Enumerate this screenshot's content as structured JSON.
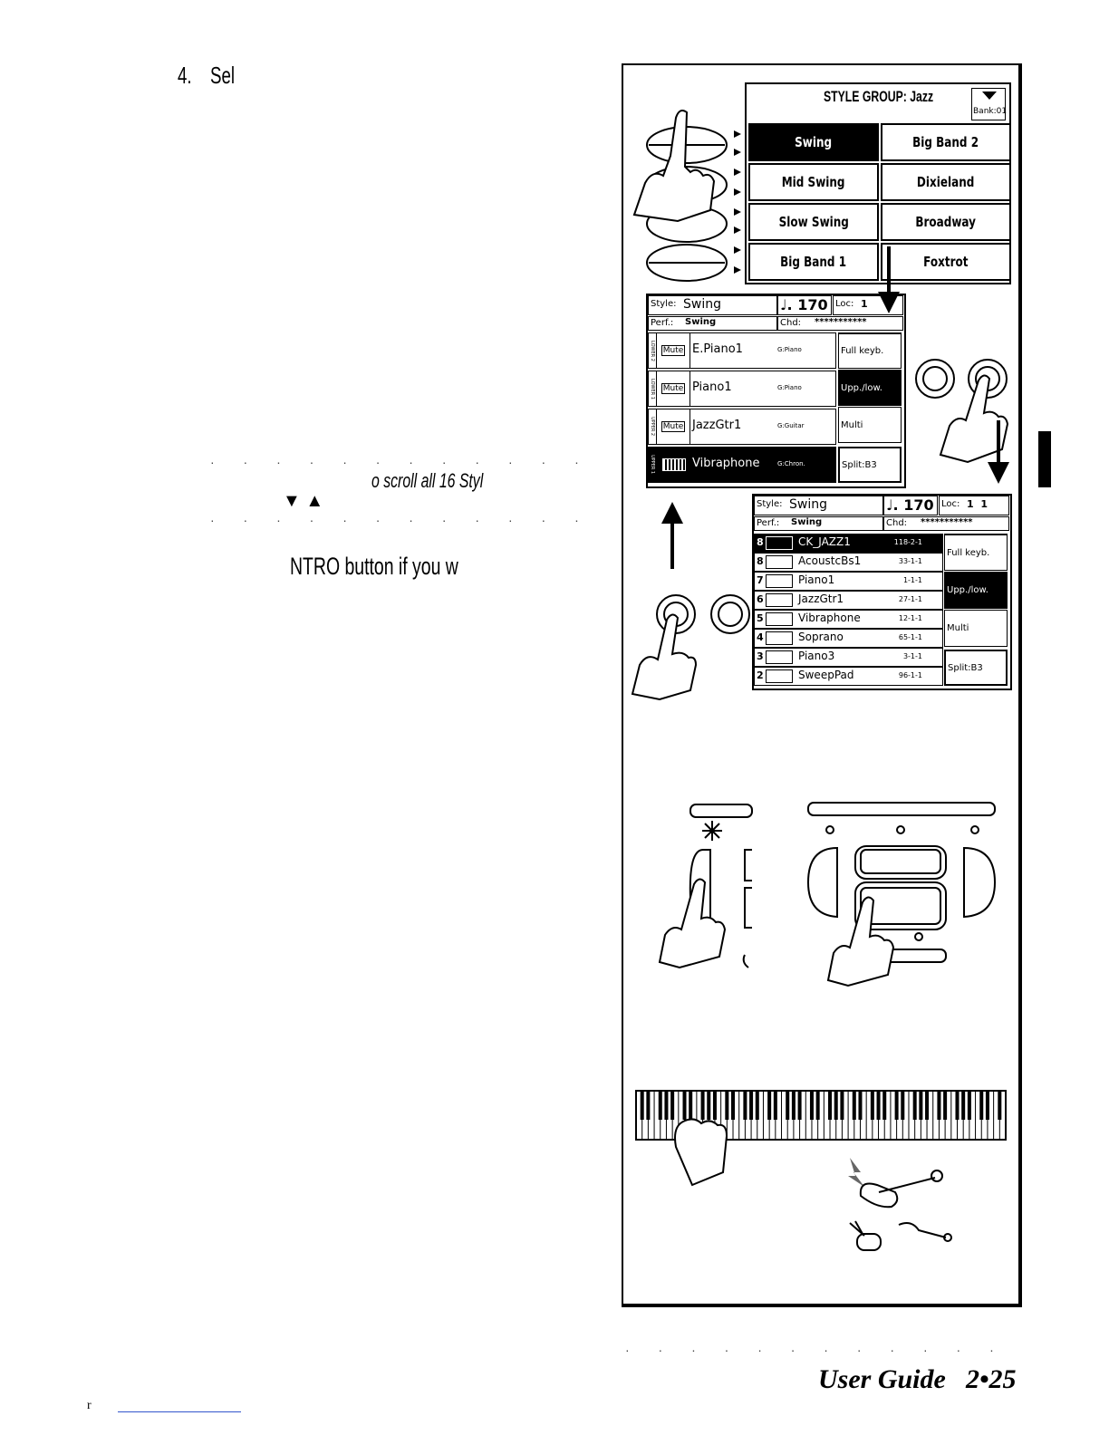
{
  "step": {
    "number": "4.",
    "text": "Sel"
  },
  "note": {
    "line1": "o scroll all 16 Styl",
    "line2_symbols": "▼ ▲"
  },
  "body_text": "NTRO button if you w",
  "style_group_display": {
    "title": "STYLE GROUP: Jazz",
    "bank_label": "Bank:01",
    "styles": [
      {
        "name": "Swing",
        "selected": true
      },
      {
        "name": "Big Band 2",
        "selected": false
      },
      {
        "name": "Mid Swing",
        "selected": false
      },
      {
        "name": "Dixieland",
        "selected": false
      },
      {
        "name": "Slow Swing",
        "selected": false
      },
      {
        "name": "Broadway",
        "selected": false
      },
      {
        "name": "Big Band 1",
        "selected": false
      },
      {
        "name": "Foxtrot",
        "selected": false
      }
    ]
  },
  "perf_display_1": {
    "style_label": "Style:",
    "style_value": "Swing",
    "tempo": "♩. 170",
    "loc_label": "Loc:",
    "loc_value": "1",
    "perf_label": "Perf.:",
    "perf_value": "Swing",
    "chd_label": "Chd:",
    "chd_value": "***********",
    "tracks": [
      {
        "side": "LOWER 2",
        "state": "Mute",
        "sound": "E.Piano1",
        "group": "G:Piano",
        "selected": false
      },
      {
        "side": "LOWER 1",
        "state": "Mute",
        "sound": "Piano1",
        "group": "G:Piano",
        "selected": false
      },
      {
        "side": "UPPER 2",
        "state": "Mute",
        "sound": "JazzGtr1",
        "group": "G:Guitar",
        "selected": false
      },
      {
        "side": "UPPER 1",
        "state": "",
        "sound": "Vibraphone",
        "group": "G:Chron.",
        "selected": true
      }
    ],
    "modes": [
      {
        "label": "Full keyb.",
        "selected": false
      },
      {
        "label": "Upp./low.",
        "selected": true
      },
      {
        "label": "Multi",
        "selected": false
      }
    ],
    "split": "Split:B3"
  },
  "perf_display_2": {
    "style_label": "Style:",
    "style_value": "Swing",
    "tempo": "♩. 170",
    "loc_label": "Loc:",
    "loc_value": "1  1",
    "perf_label": "Perf.:",
    "perf_value": "Swing",
    "chd_label": "Chd:",
    "chd_value": "***********",
    "tracks": [
      {
        "num": "8",
        "name": "CK_JAZZ1",
        "value": "118-2-1",
        "selected": true
      },
      {
        "num": "8",
        "name": "AcoustcBs1",
        "value": "33-1-1",
        "selected": false
      },
      {
        "num": "7",
        "name": "Piano1",
        "value": "1-1-1",
        "selected": false
      },
      {
        "num": "6",
        "name": "JazzGtr1",
        "value": "27-1-1",
        "selected": false
      },
      {
        "num": "5",
        "name": "Vibraphone",
        "value": "12-1-1",
        "selected": false
      },
      {
        "num": "4",
        "name": "Soprano",
        "value": "65-1-1",
        "selected": false
      },
      {
        "num": "3",
        "name": "Piano3",
        "value": "3-1-1",
        "selected": false
      },
      {
        "num": "2",
        "name": "SweepPad",
        "value": "96-1-1",
        "selected": false
      }
    ],
    "modes": [
      {
        "label": "Full keyb.",
        "selected": false
      },
      {
        "label": "Upp./low.",
        "selected": true
      },
      {
        "label": "Multi",
        "selected": false
      }
    ],
    "split": "Split:B3"
  },
  "footer": {
    "title": "User Guide",
    "page": "2•25",
    "left_char": "r"
  }
}
